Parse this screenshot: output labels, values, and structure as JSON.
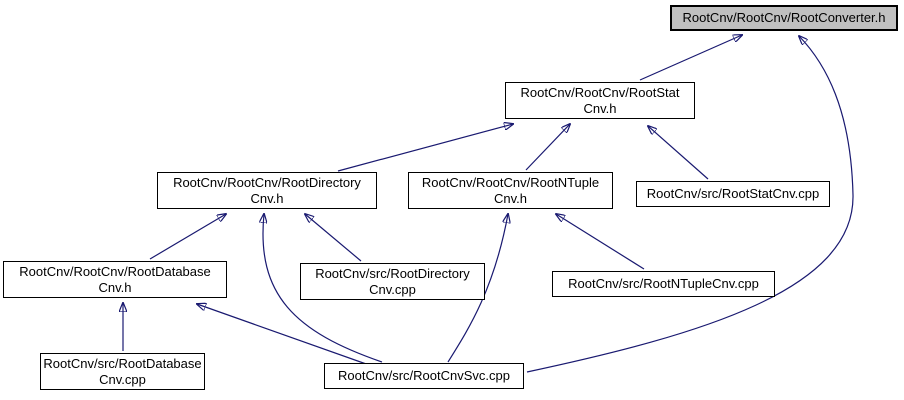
{
  "diagram": {
    "type": "include-dependency-graph",
    "edge_color": "#191970",
    "node_fill": "#ffffff",
    "node_border_color": "#000000",
    "highlight_fill": "#c0c0c0",
    "nodes": {
      "root_converter_h": {
        "lines": [
          "RootCnv/RootCnv/RootConverter.h"
        ],
        "highlighted": true
      },
      "root_stat_cnv_h": {
        "lines": [
          "RootCnv/RootCnv/RootStat",
          "Cnv.h"
        ]
      },
      "root_directory_cnv_h": {
        "lines": [
          "RootCnv/RootCnv/RootDirectory",
          "Cnv.h"
        ]
      },
      "root_ntuple_cnv_h": {
        "lines": [
          "RootCnv/RootCnv/RootNTuple",
          "Cnv.h"
        ]
      },
      "root_stat_cnv_cpp": {
        "lines": [
          "RootCnv/src/RootStatCnv.cpp"
        ]
      },
      "root_database_cnv_h": {
        "lines": [
          "RootCnv/RootCnv/RootDatabase",
          "Cnv.h"
        ]
      },
      "root_directory_cnv_cpp": {
        "lines": [
          "RootCnv/src/RootDirectory",
          "Cnv.cpp"
        ]
      },
      "root_ntuple_cnv_cpp": {
        "lines": [
          "RootCnv/src/RootNTupleCnv.cpp"
        ]
      },
      "root_database_cnv_cpp": {
        "lines": [
          "RootCnv/src/RootDatabase",
          "Cnv.cpp"
        ]
      },
      "root_cnv_svc_cpp": {
        "lines": [
          "RootCnv/src/RootCnvSvc.cpp"
        ]
      }
    },
    "edges": [
      {
        "from": "RootCnv/RootCnv/RootStatCnv.h",
        "to": "RootCnv/RootCnv/RootConverter.h"
      },
      {
        "from": "RootCnv/src/RootCnvSvc.cpp",
        "to": "RootCnv/RootCnv/RootConverter.h"
      },
      {
        "from": "RootCnv/RootCnv/RootDirectoryCnv.h",
        "to": "RootCnv/RootCnv/RootStatCnv.h"
      },
      {
        "from": "RootCnv/RootCnv/RootNTupleCnv.h",
        "to": "RootCnv/RootCnv/RootStatCnv.h"
      },
      {
        "from": "RootCnv/src/RootStatCnv.cpp",
        "to": "RootCnv/RootCnv/RootStatCnv.h"
      },
      {
        "from": "RootCnv/RootCnv/RootDatabaseCnv.h",
        "to": "RootCnv/RootCnv/RootDirectoryCnv.h"
      },
      {
        "from": "RootCnv/src/RootDirectoryCnv.cpp",
        "to": "RootCnv/RootCnv/RootDirectoryCnv.h"
      },
      {
        "from": "RootCnv/src/RootCnvSvc.cpp",
        "to": "RootCnv/RootCnv/RootDirectoryCnv.h"
      },
      {
        "from": "RootCnv/src/RootNTupleCnv.cpp",
        "to": "RootCnv/RootCnv/RootNTupleCnv.h"
      },
      {
        "from": "RootCnv/src/RootCnvSvc.cpp",
        "to": "RootCnv/RootCnv/RootNTupleCnv.h"
      },
      {
        "from": "RootCnv/src/RootDatabaseCnv.cpp",
        "to": "RootCnv/RootCnv/RootDatabaseCnv.h"
      },
      {
        "from": "RootCnv/src/RootCnvSvc.cpp",
        "to": "RootCnv/RootCnv/RootDatabaseCnv.h"
      }
    ]
  }
}
